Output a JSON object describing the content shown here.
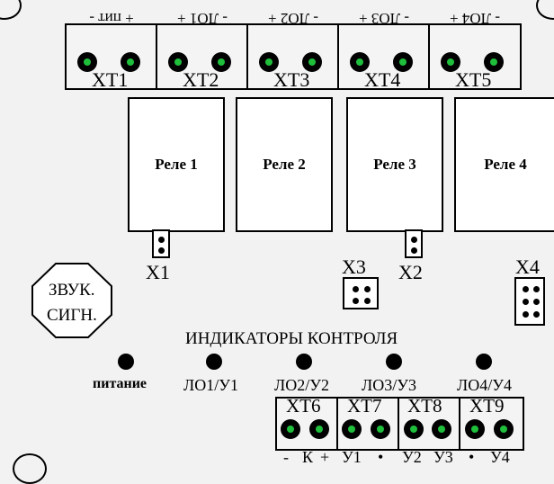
{
  "top_terminals": [
    {
      "id": "xt1",
      "polarity_label": "+ пит -",
      "name": "XT1"
    },
    {
      "id": "xt2",
      "polarity_label": "- ЛО1 +",
      "name": "XT2"
    },
    {
      "id": "xt3",
      "polarity_label": "- ЛО2 +",
      "name": "XT3"
    },
    {
      "id": "xt4",
      "polarity_label": "- ЛО3 +",
      "name": "XT4"
    },
    {
      "id": "xt5",
      "polarity_label": "- ЛО4 +",
      "name": "XT5"
    }
  ],
  "relays": [
    "Реле 1",
    "Реле 2",
    "Реле 3",
    "Реле 4"
  ],
  "connectors": {
    "x1": "X1",
    "x2": "X2",
    "x3": "X3",
    "x4": "X4"
  },
  "buzzer": {
    "line1": "ЗВУК.",
    "line2": "СИГН."
  },
  "indicators_title": "ИНДИКАТОРЫ КОНТРОЛЯ",
  "indicators": [
    "питание",
    "ЛО1/У1",
    "ЛО2/У2",
    "ЛО3/У3",
    "ЛО4/У4"
  ],
  "bottom_terminals": [
    "XT6",
    "XT7",
    "XT8",
    "XT9"
  ],
  "bottom_signals": [
    "-",
    "К",
    "+",
    "У1",
    "•",
    "У2",
    "У3",
    "•",
    "У4"
  ],
  "colors": {
    "screw_center": "#1fbf3c",
    "background": "#f2f2f2"
  }
}
